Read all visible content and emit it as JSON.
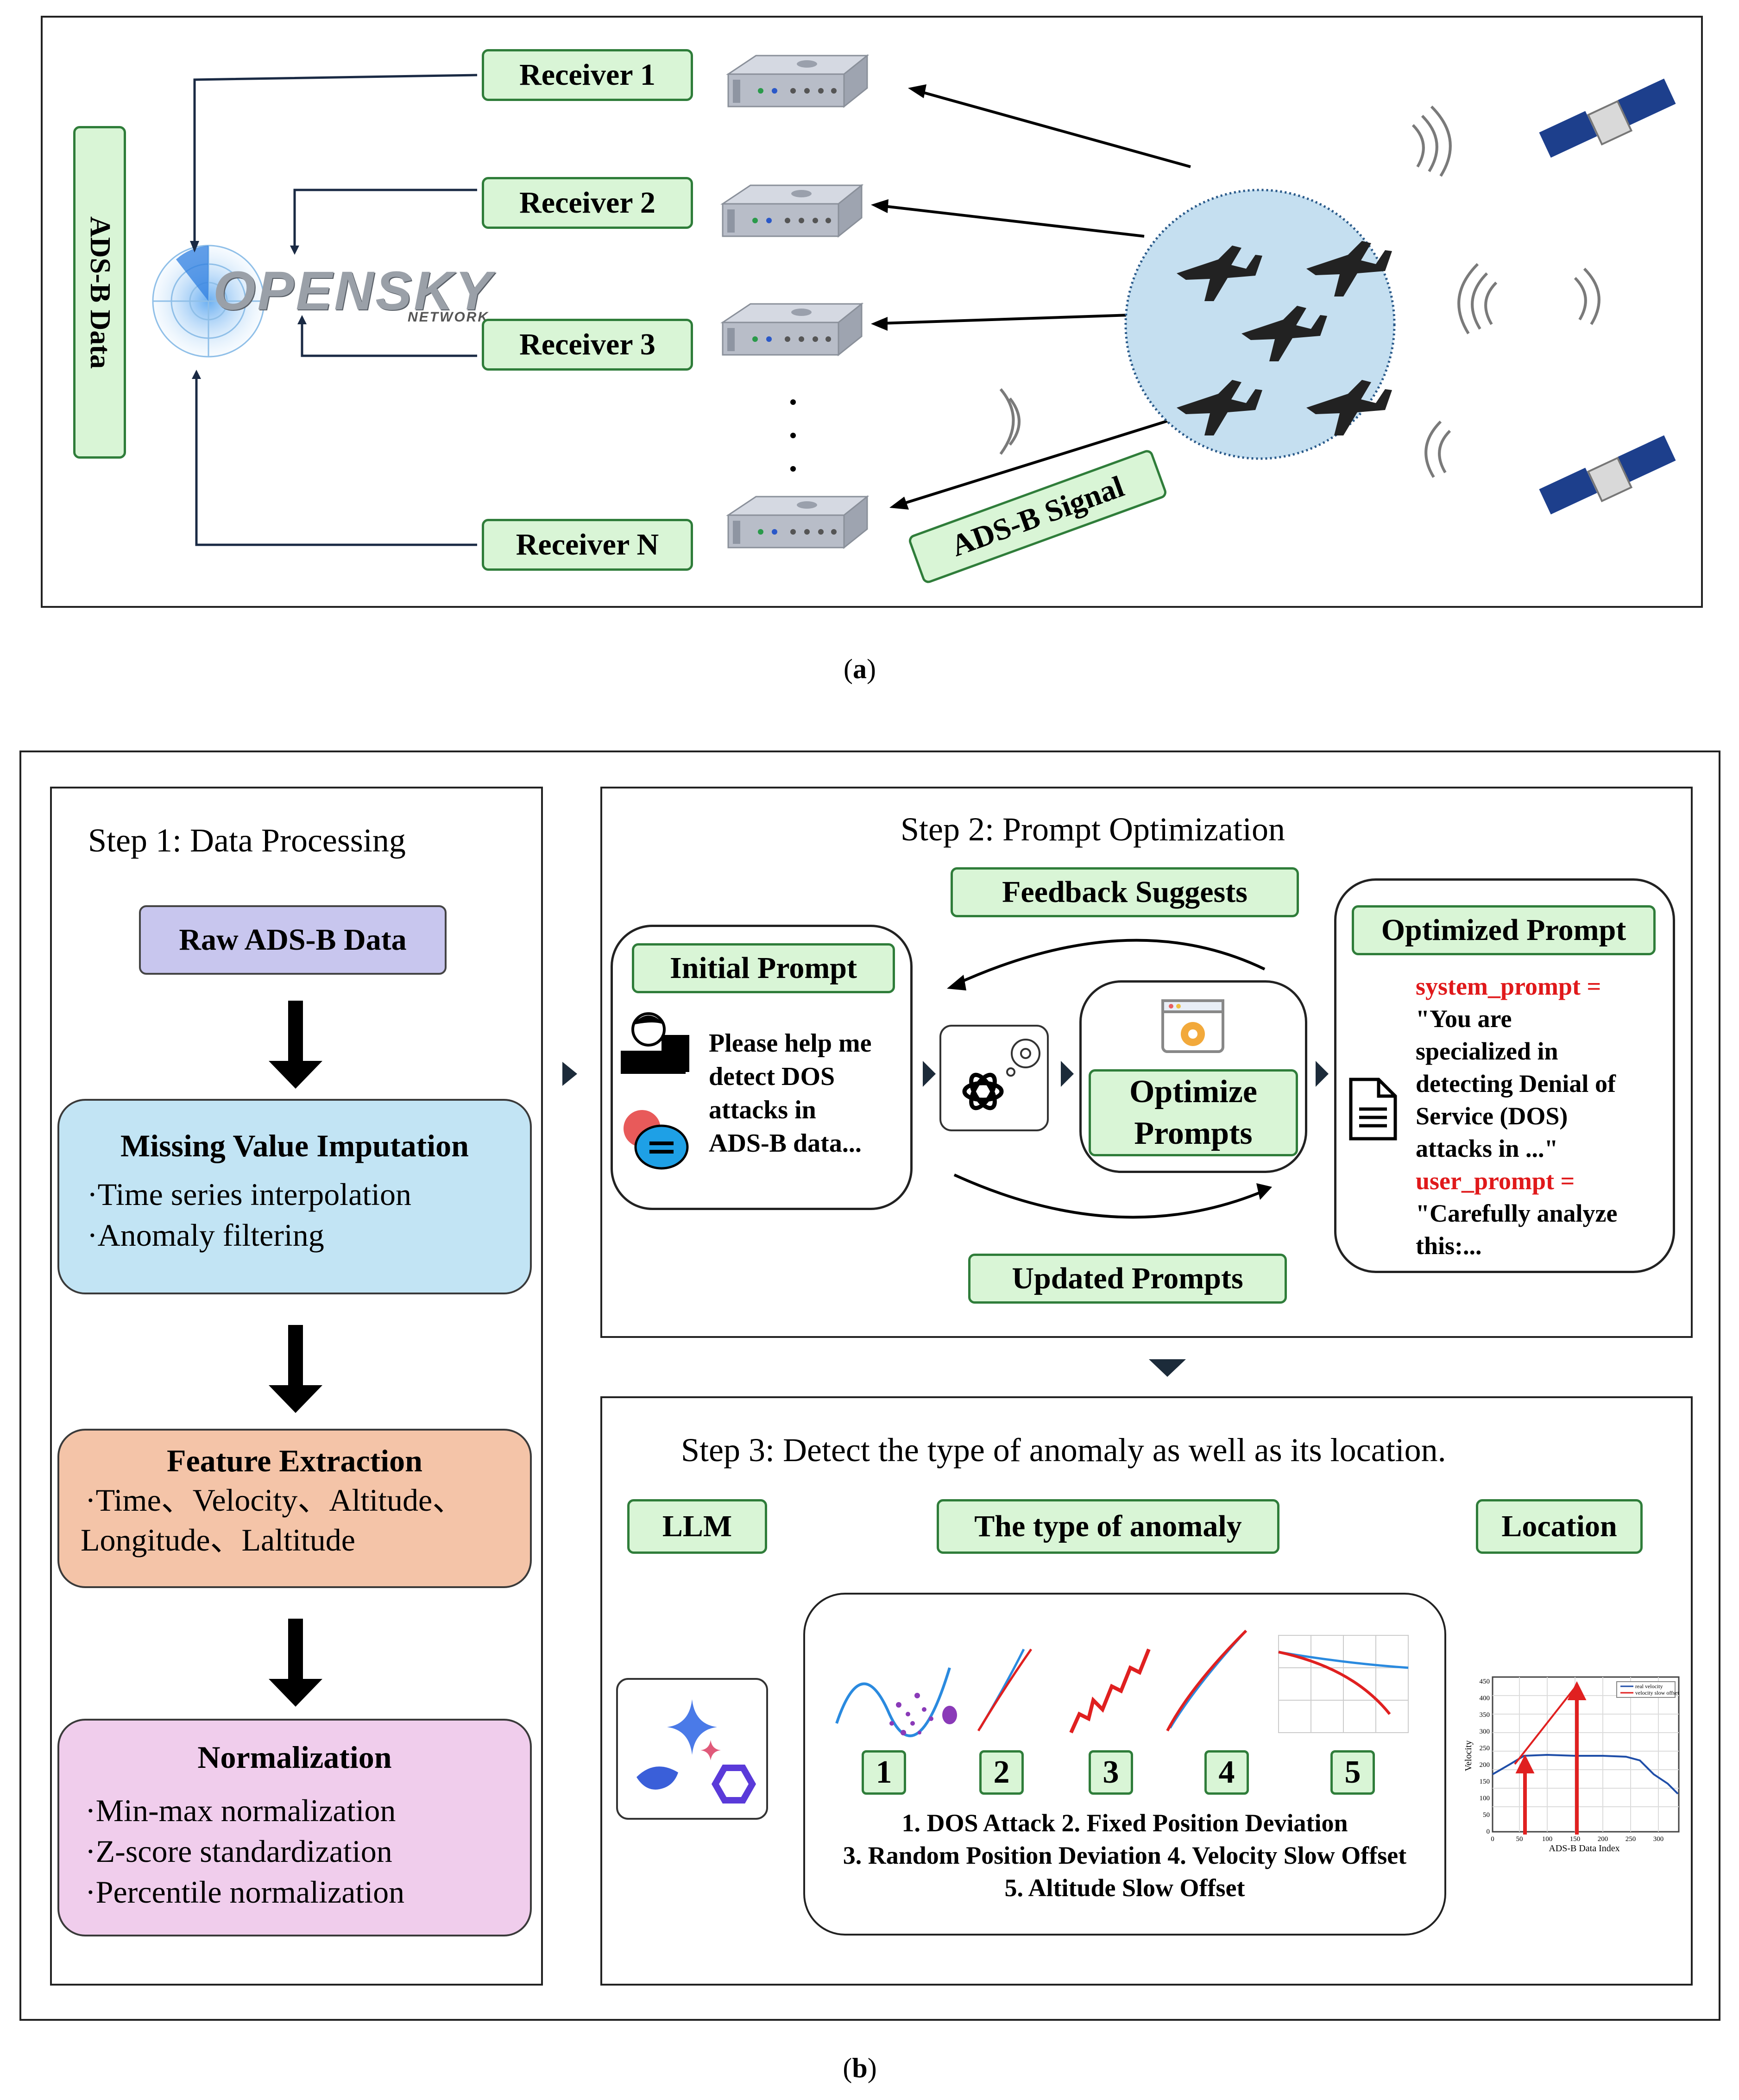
{
  "panel_a": {
    "caption_pre": "(",
    "caption_letter": "a",
    "caption_post": ")",
    "ads_b_data_label": "ADS-B Data",
    "opensky_logo_text": "OPENSKY",
    "opensky_logo_subtext": "NETWORK",
    "receivers": [
      "Receiver 1",
      "Receiver 2",
      "Receiver 3",
      "Receiver N"
    ],
    "ads_b_signal_label": "ADS-B Signal",
    "dots": "·"
  },
  "panel_b": {
    "caption_pre": "(",
    "caption_letter": "b",
    "caption_post": ")",
    "step1": {
      "title": "Step 1: Data Processing",
      "raw": "Raw ADS-B Data",
      "missing": {
        "title": "Missing Value Imputation",
        "items": [
          "·Time series interpolation",
          "·Anomaly filtering"
        ]
      },
      "feature": {
        "title": "Feature Extraction",
        "items": [
          "·Time、Velocity、Altitude、",
          "Longitude、Laltitude"
        ]
      },
      "normalization": {
        "title": "Normalization",
        "items": [
          "·Min-max normalization",
          "·Z-score standardization",
          "·Percentile normalization"
        ]
      }
    },
    "step2": {
      "title": "Step 2: Prompt Optimization",
      "feedback": "Feedback Suggests",
      "updated": "Updated Prompts",
      "initial_title": "Initial Prompt",
      "initial_text": [
        "Please help me",
        "detect DOS",
        "attacks in",
        "ADS-B data..."
      ],
      "optimize": [
        "Optimize",
        "Prompts"
      ],
      "optimized_title": "Optimized Prompt",
      "optimized_lines": [
        {
          "text": "system_prompt =",
          "color": "#e0191b"
        },
        {
          "text": "\"You are",
          "color": "#000000"
        },
        {
          "text": "specialized in",
          "color": "#000000"
        },
        {
          "text": "detecting Denial of",
          "color": "#000000"
        },
        {
          "text": "Service (DOS)",
          "color": "#000000"
        },
        {
          "text": "attacks in ...\"",
          "color": "#000000"
        },
        {
          "text": "user_prompt =",
          "color": "#e0191b"
        },
        {
          "text": "\"Carefully analyze",
          "color": "#000000"
        },
        {
          "text": "this:...",
          "color": "#000000"
        }
      ]
    },
    "step3": {
      "title": "Step 3: Detect the type of anomaly as well as its location.",
      "llm": "LLM",
      "type_label": "The type of anomaly",
      "location": "Location",
      "numbers": [
        "1",
        "2",
        "3",
        "4",
        "5"
      ],
      "anomaly_lines": [
        "1. DOS Attack 2. Fixed Position Deviation",
        "3. Random Position Deviation 4. Velocity Slow Offset",
        "5. Altitude Slow Offset"
      ],
      "location_chart": {
        "xlabel": "ADS-B Data Index",
        "ylabel": "Velocity",
        "legend": [
          "real velocity",
          "velocity slow offset"
        ],
        "xticks": [
          "0",
          "50",
          "100",
          "150",
          "200",
          "250",
          "300"
        ],
        "yticks": [
          "0",
          "50",
          "100",
          "150",
          "200",
          "250",
          "300",
          "350",
          "400",
          "450"
        ]
      }
    }
  },
  "colors": {
    "green_fill": "#d9f5d6",
    "green_border": "#2f7d3a",
    "raw_fill": "#c8c6ee",
    "missing_fill": "#c2e4f4",
    "feature_fill": "#f4c4a8",
    "norm_fill": "#f0cdec",
    "globe_fill": "#c5dff0",
    "arrow_dark": "#1c2b3a",
    "red": "#e0191b"
  }
}
